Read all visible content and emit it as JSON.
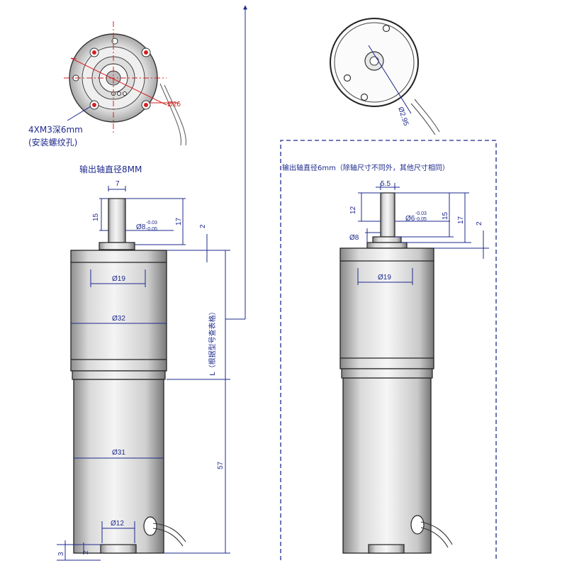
{
  "left_view": {
    "mount_holes_label": "4XM3深6mm",
    "mount_holes_sub": "(安装螺纹孔)",
    "face_diameter": "Ø26",
    "shaft_caption": "输出轴直径8MM",
    "shaft_width": "7",
    "shaft_len": "15",
    "shaft_tol": "Ø8",
    "shaft_tol_hi": "-0.03",
    "shaft_tol_lo": "-0.05",
    "shaft_total": "17",
    "boss_h": "2",
    "boss_d": "Ø19",
    "gear_d": "Ø32",
    "motor_d": "Ø31",
    "rear_boss_d": "Ø12",
    "length_label": "L（根据型号查表格）",
    "motor_len": "57",
    "rear_h1": "3",
    "rear_h2": "2"
  },
  "right_view": {
    "face_diameter": "Ø2.95",
    "shaft_caption": "输出轴直径6mm（除轴尺寸不同外，其他尺寸相同）",
    "flat_width": "5.5",
    "flat_len": "12",
    "shaft_tol": "Ø6",
    "shaft_tol_hi": "-0.03",
    "shaft_tol_lo": "-0.05",
    "shaft_len": "15",
    "shaft_total": "17",
    "boss_h": "2",
    "shaft_base_d": "Ø8",
    "boss_d": "Ø19"
  }
}
